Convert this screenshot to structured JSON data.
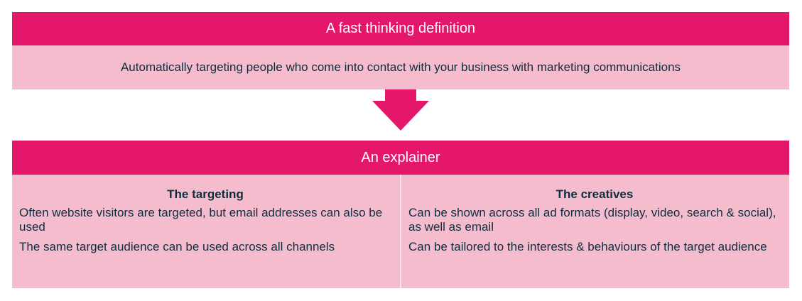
{
  "definition": {
    "title": "A fast thinking definition",
    "text": "Automatically targeting people who come into contact with your business with marketing communications"
  },
  "arrow": {
    "icon": "down-arrow-icon",
    "color": "#e5176b"
  },
  "explainer": {
    "title": "An explainer",
    "columns": [
      {
        "title": "The targeting",
        "items": [
          "Often website visitors are targeted, but email addresses can also be used",
          "The same target audience can be used across all channels"
        ]
      },
      {
        "title": "The creatives",
        "items": [
          "Can be shown across all ad formats (display, video, search & social), as well as email",
          "Can be tailored to the interests & behaviours of the target audience"
        ]
      }
    ]
  },
  "colors": {
    "header": "#e5176b",
    "panel": "#f5bccd",
    "text": "#0f2d3f"
  }
}
